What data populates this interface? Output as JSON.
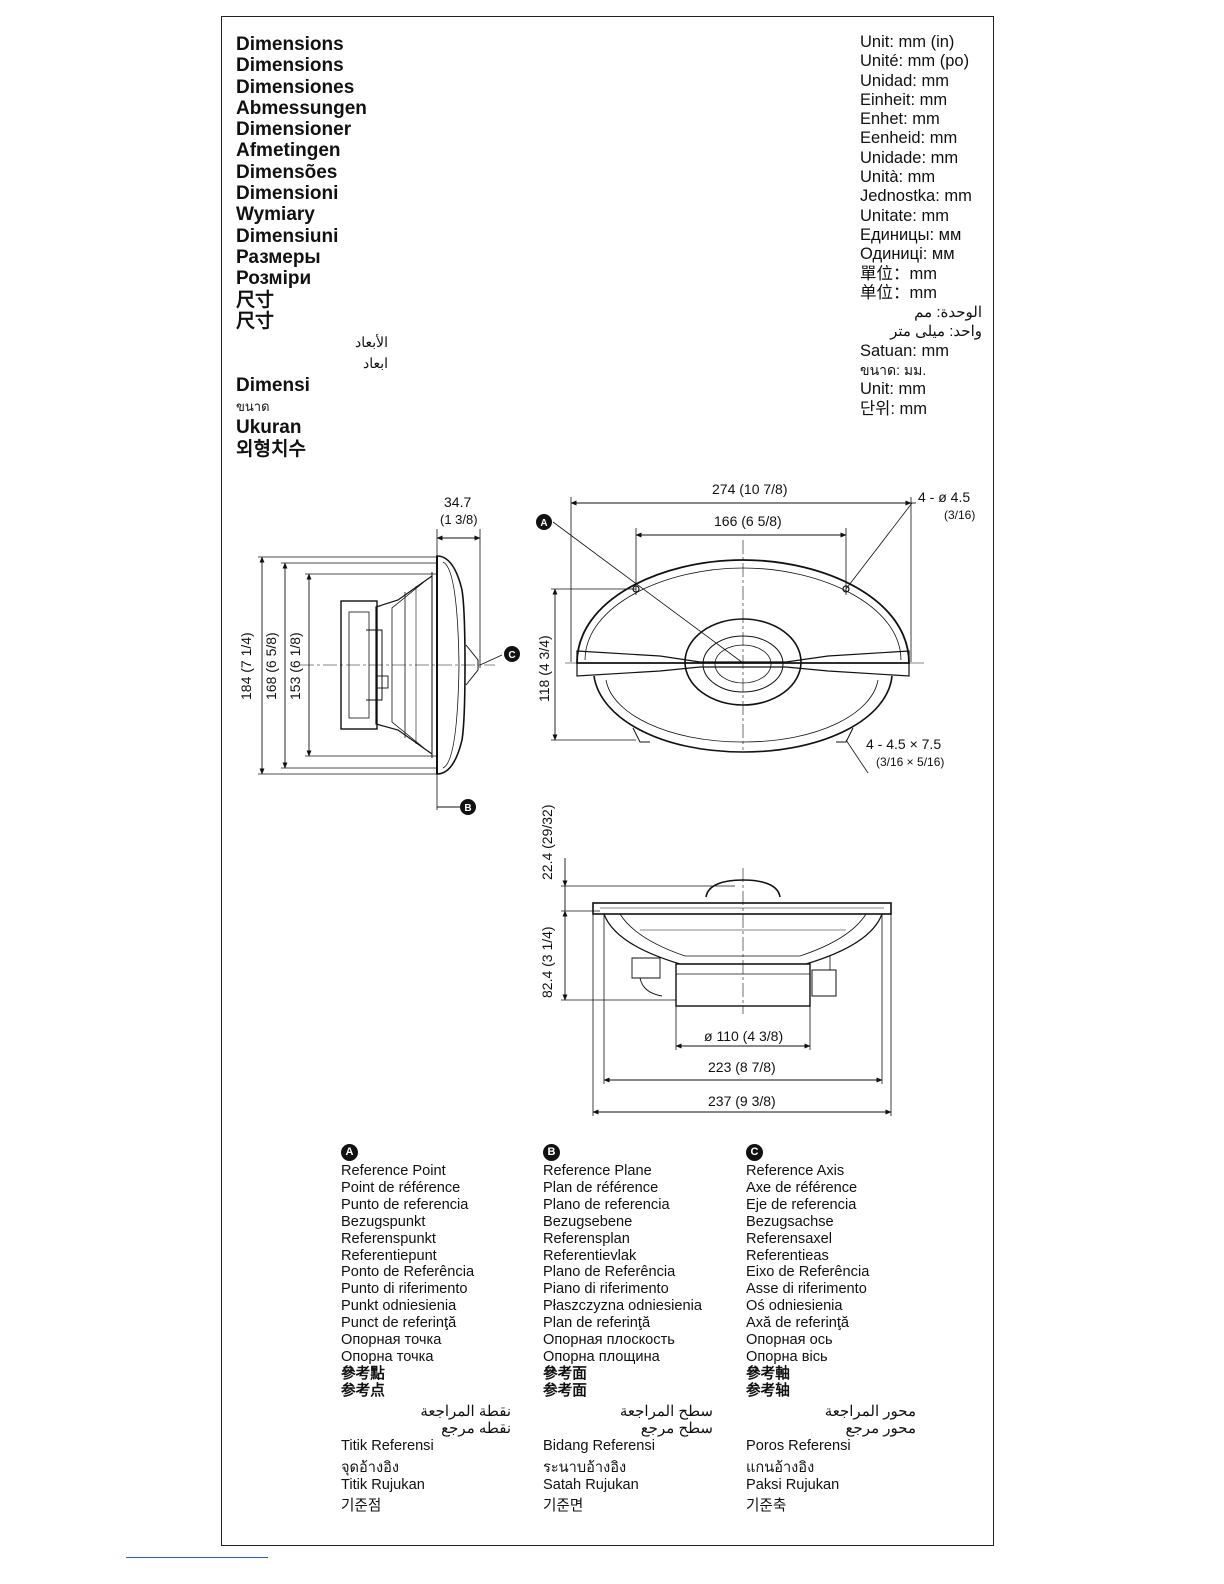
{
  "titles": [
    "Dimensions",
    "Dimensions",
    "Dimensiones",
    "Abmessungen",
    "Dimensioner",
    "Afmetingen",
    "Dimensões",
    "Dimensioni",
    "Wymiary",
    "Dimensiuni",
    "Размеры",
    "Розміри",
    "尺寸",
    "尺寸",
    "الأبعاد",
    "ابعاد",
    "Dimensi",
    "ขนาด",
    "Ukuran",
    "외형치수"
  ],
  "units": [
    "Unit: mm (in)",
    "Unité: mm (po)",
    "Unidad: mm",
    "Einheit: mm",
    "Enhet: mm",
    "Eenheid: mm",
    "Unidade: mm",
    "Unità: mm",
    "Jednostka: mm",
    "Unitate: mm",
    "Единицы: мм",
    "Одиниці: мм",
    "單位：mm",
    "单位：mm",
    "الوحدة: مم",
    "واحد: میلی متر",
    "Satuan: mm",
    "ขนาด: มม.",
    "Unit: mm",
    "단위: mm"
  ],
  "dims": {
    "side_depth": "34.7",
    "side_depth_in": "(1 3/8)",
    "h184": "184 (7 1/4)",
    "h168": "168 (6 5/8)",
    "h153": "153 (6 1/8)",
    "w274": "274 (10 7/8)",
    "w166": "166 (6 5/8)",
    "hole": "4 - ø 4.5",
    "hole_in": "(3/16)",
    "h118": "118 (4 3/4)",
    "slot": "4 - 4.5 × 7.5",
    "slot_in": "(3/16 × 5/16)",
    "d22": "22.4 (29/32)",
    "d82": "82.4 (3 1/4)",
    "d110": "ø 110 (4 3/8)",
    "w223": "223 (8 7/8)",
    "w237": "237 (9 3/8)"
  },
  "markers": {
    "a": "A",
    "b": "B",
    "c": "C"
  },
  "legend": {
    "a": {
      "items": [
        "Reference Point",
        "Point de référence",
        "Punto de referencia",
        "Bezugspunkt",
        "Referenspunkt",
        "Referentiepunt",
        "Ponto de Referência",
        "Punto di riferimento",
        "Punkt odniesienia",
        "Punct de referinţă",
        "Опорная точка",
        "Опорна точка",
        "參考點",
        "参考点"
      ],
      "ar": [
        "نقطة المراجعة",
        "نقطه مرجع"
      ],
      "tail": [
        "Titik Referensi",
        "จุดอ้างอิง",
        "Titik Rujukan",
        "기준점"
      ]
    },
    "b": {
      "items": [
        "Reference Plane",
        "Plan de référence",
        "Plano de referencia",
        "Bezugsebene",
        "Referensplan",
        "Referentievlak",
        "Plano de Referência",
        "Piano di riferimento",
        "Płaszczyzna odniesienia",
        "Plan de referinţă",
        "Опорная плоскость",
        "Опорна площина",
        "參考面",
        "参考面"
      ],
      "ar": [
        "سطح المراجعة",
        "سطح مرجع"
      ],
      "tail": [
        "Bidang Referensi",
        "ระนาบอ้างอิง",
        "Satah Rujukan",
        "기준면"
      ]
    },
    "c": {
      "items": [
        "Reference Axis",
        "Axe de référence",
        "Eje de referencia",
        "Bezugsachse",
        "Referensaxel",
        "Referentieas",
        "Eixo de Referência",
        "Asse di riferimento",
        "Oś odniesienia",
        "Axă de referinţă",
        "Опорная ось",
        "Опорна вісь",
        "參考軸",
        "参考轴"
      ],
      "ar": [
        "محور المراجعة",
        "محور مرجع"
      ],
      "tail": [
        "Poros Referensi",
        "แกนอ้างอิง",
        "Paksi Rujukan",
        "기준축"
      ]
    }
  }
}
